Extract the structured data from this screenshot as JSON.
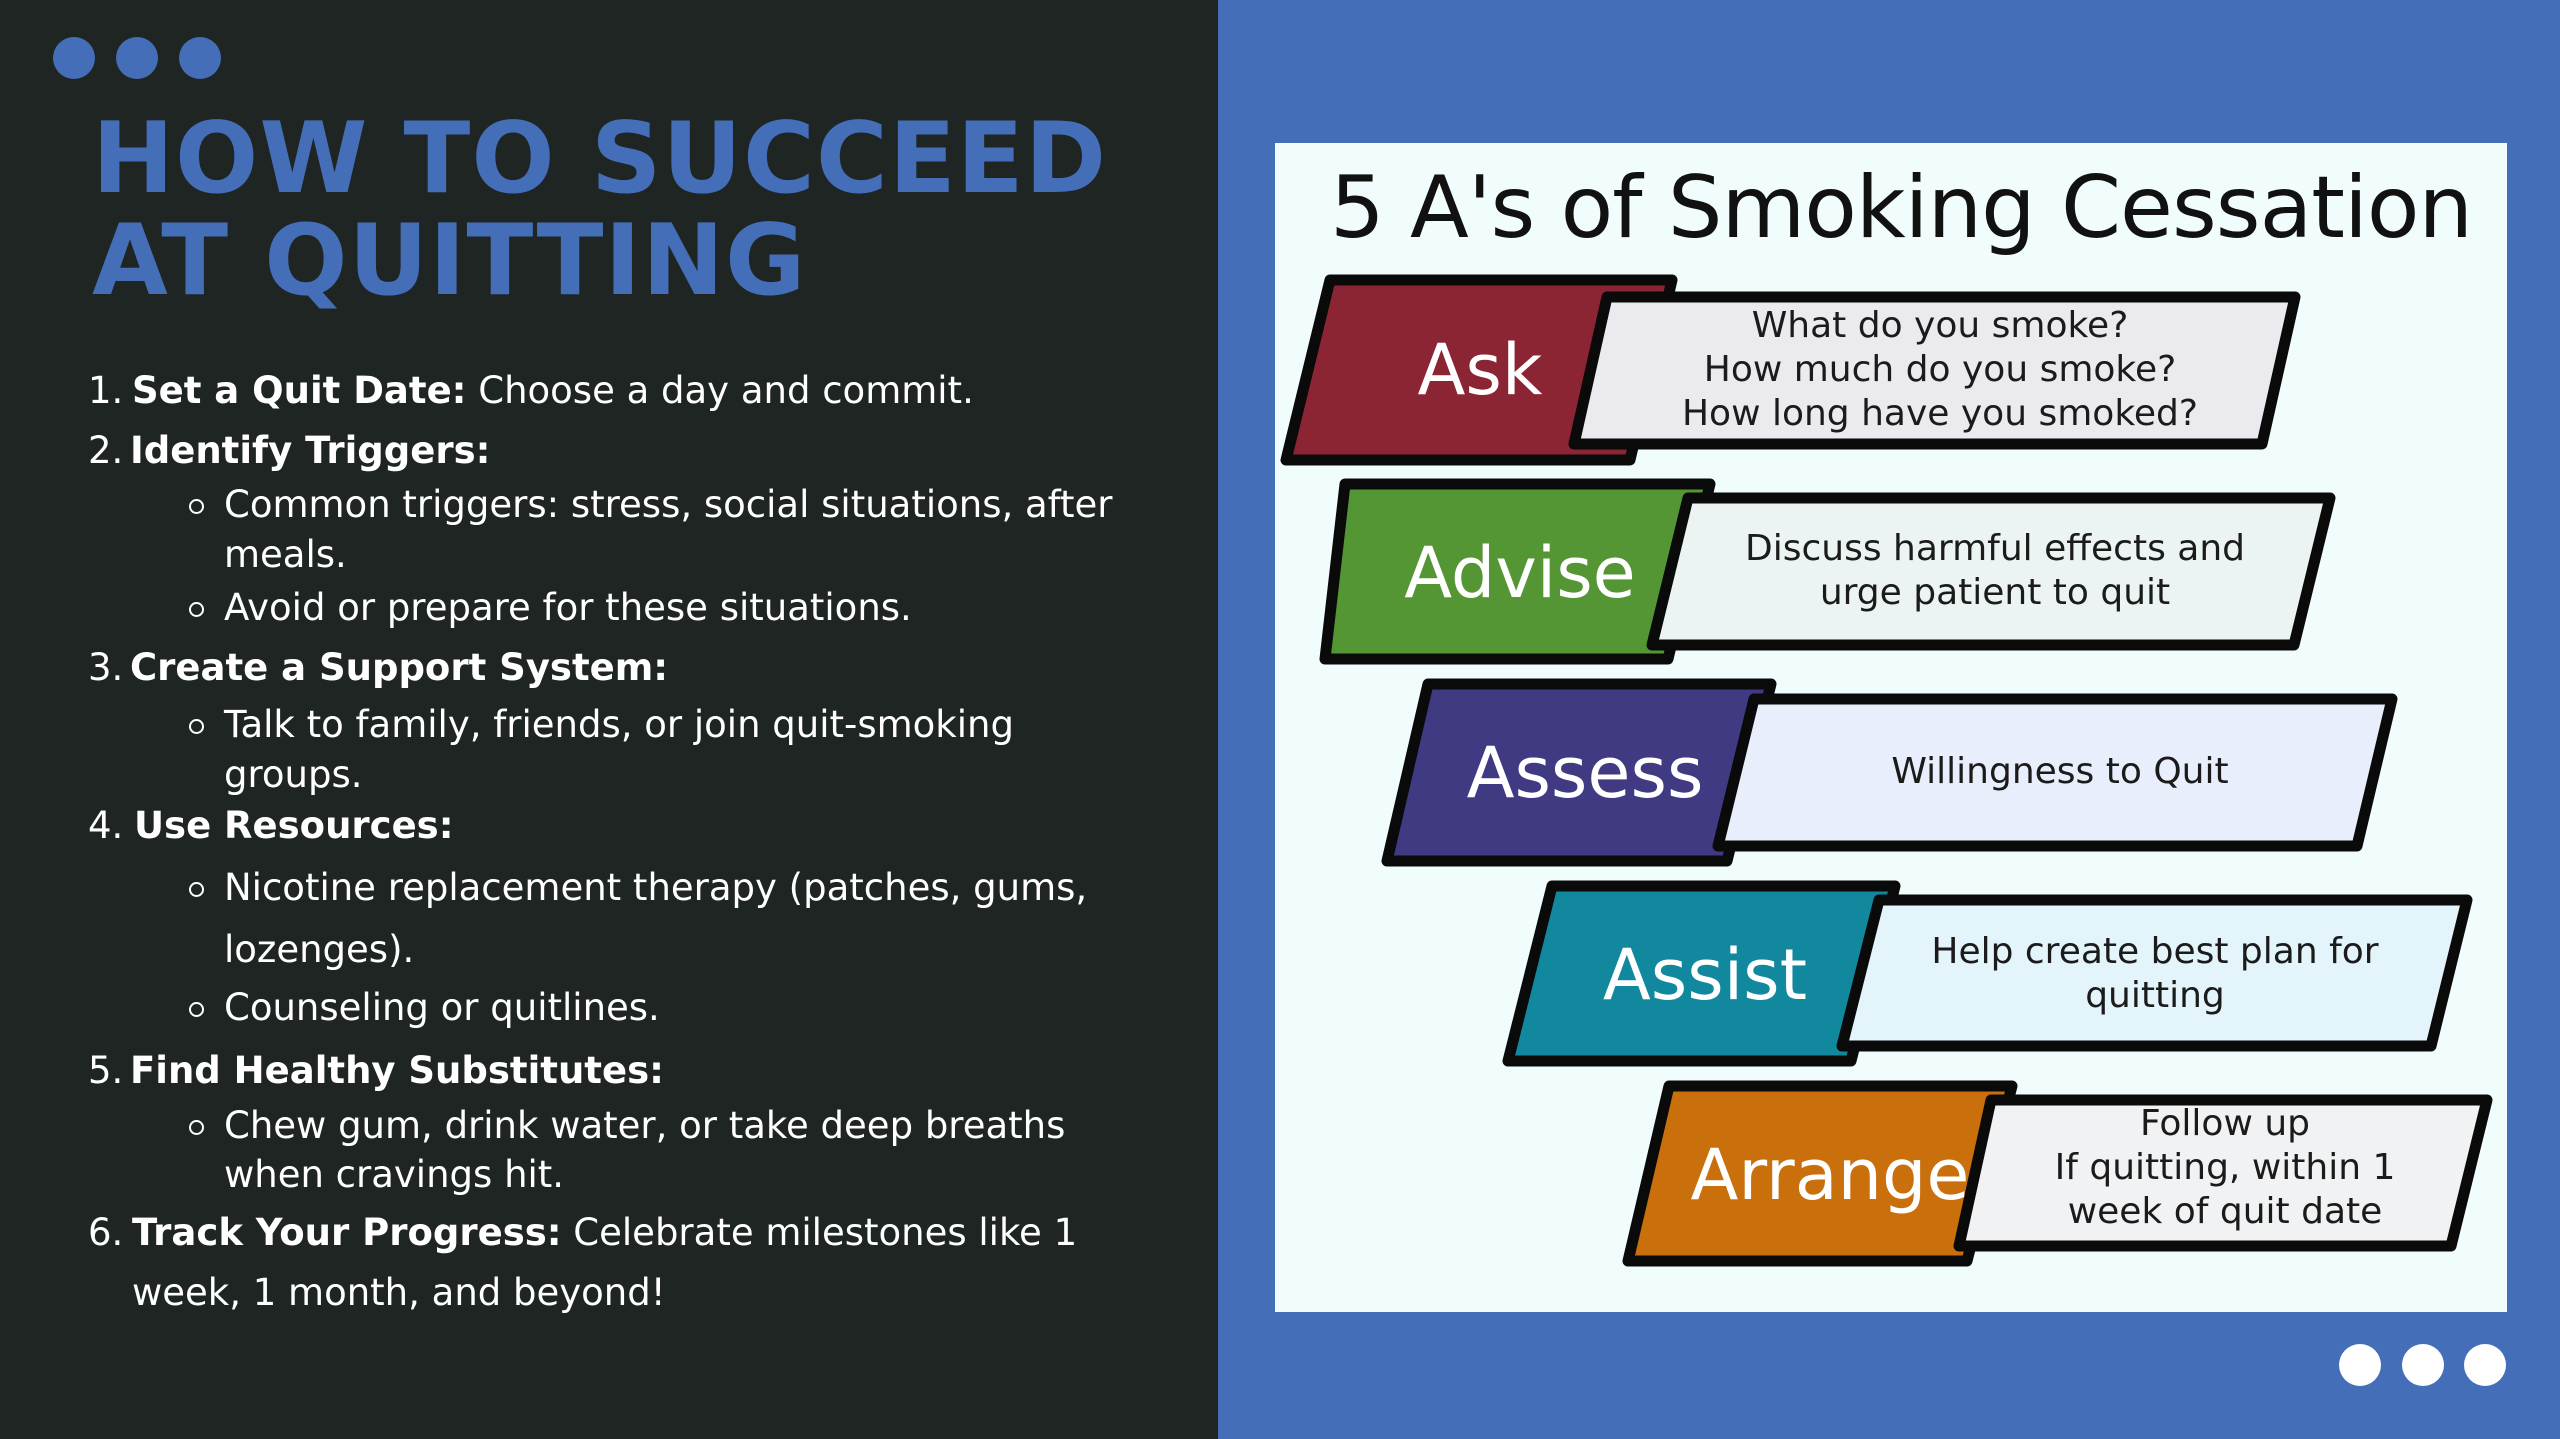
{
  "slide": {
    "colors": {
      "left_bg": "#1f2523",
      "right_bg": "#446eb8",
      "accent_blue": "#446eb8",
      "text_white": "#ffffff",
      "card_bg": "#f1fcfd"
    },
    "decor": {
      "top_left_dots": [
        "dot",
        "dot",
        "dot"
      ],
      "bottom_right_dots": [
        "dot",
        "dot",
        "dot"
      ]
    }
  },
  "left": {
    "title": {
      "line1": "HOW TO SUCCEED",
      "line2": "AT QUITTING"
    },
    "items": [
      {
        "number": "1.",
        "heading": "Set a Quit Date:",
        "text": " Choose a day and commit."
      },
      {
        "number": "2.",
        "heading": "Identify Triggers:",
        "subitems": [
          {
            "lines": [
              "Common triggers: stress, social situations, after",
              "meals."
            ]
          },
          {
            "lines": [
              "Avoid or prepare for these situations."
            ]
          }
        ]
      },
      {
        "number": "3.",
        "heading": "Create a Support System:",
        "subitems": [
          {
            "lines": [
              "Talk to family, friends, or join quit-smoking",
              "groups."
            ]
          }
        ]
      },
      {
        "number": "4.",
        "heading": "Use Resources:",
        "subitems": [
          {
            "lines": [
              "Nicotine replacement therapy (patches, gums,",
              "lozenges)."
            ]
          },
          {
            "lines": [
              "Counseling or quitlines."
            ]
          }
        ]
      },
      {
        "number": "5.",
        "heading": "Find Healthy Substitutes:",
        "subitems": [
          {
            "lines": [
              "Chew gum, drink water, or take deep breaths",
              "when cravings hit."
            ]
          }
        ]
      },
      {
        "number": "6.",
        "heading": "Track Your Progress:",
        "text": " Celebrate milestones like 1",
        "text_line2": "week, 1 month, and beyond!"
      }
    ]
  },
  "infographic": {
    "title": "5 A's of Smoking Cessation",
    "steps": [
      {
        "label": "Ask",
        "color": "#8b2433",
        "desc_bg": "#ebeaef",
        "desc": [
          "What do you smoke?",
          "How much do you smoke?",
          "How long have you smoked?"
        ]
      },
      {
        "label": "Advise",
        "color": "#559634",
        "desc_bg": "#ebf4f3",
        "desc": [
          "Discuss harmful effects and",
          "urge patient to quit"
        ]
      },
      {
        "label": "Assess",
        "color": "#3f3a82",
        "desc_bg": "#e8eefb",
        "desc": [
          "Willingness to Quit"
        ]
      },
      {
        "label": "Assist",
        "color": "#12889f",
        "desc_bg": "#e3f4fb",
        "desc": [
          "Help create best plan for",
          "quitting"
        ]
      },
      {
        "label": "Arrange",
        "color": "#c96f0c",
        "desc_bg": "#f1f2f3",
        "desc": [
          "Follow up",
          "If quitting, within 1",
          "week of quit date"
        ]
      }
    ]
  }
}
